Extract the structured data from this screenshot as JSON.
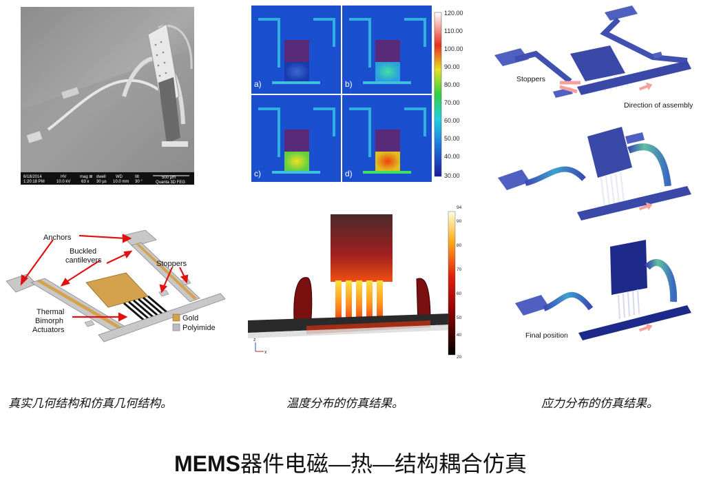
{
  "sem": {
    "date": "6/18/2014",
    "time": "1:20:18 PM",
    "hv_label": "HV",
    "hv": "10.0 kV",
    "mag_label": "mag ⊞",
    "mag": "63 x",
    "dwell_label": "dwell",
    "dwell": "30 µs",
    "wd_label": "WD",
    "wd": "10.0 mm",
    "tilt_label": "tilt",
    "tilt": "30 °",
    "scale": "500 µm",
    "instrument": "Quanta 3D FEG"
  },
  "thermal_map": {
    "panels": [
      "a)",
      "b)",
      "c)",
      "d)"
    ],
    "colorbar_ticks": [
      "120.00",
      "110.00",
      "100.00",
      "90.00",
      "80.00",
      "70.00",
      "60.00",
      "50.00",
      "40.00",
      "30.00"
    ]
  },
  "assembly": {
    "stoppers": "Stoppers",
    "direction": "Direction of assembly",
    "final": "Final position"
  },
  "schematic": {
    "anchors": "Anchors",
    "buckled_line1": "Buckled",
    "buckled_line2": "cantilevers",
    "stoppers": "Stoppers",
    "thermal_line1": "Thermal",
    "thermal_line2": "Bimorph",
    "thermal_line3": "Actuators",
    "gold": "Gold",
    "polyimide": "Polyimide",
    "gold_color": "#d4a24c",
    "polyimide_color": "#bdbdbd"
  },
  "temp_sim": {
    "ticks": [
      "94",
      "90",
      "80",
      "70",
      "60",
      "50",
      "40",
      "20"
    ],
    "axis_z": "z",
    "axis_x": "x"
  },
  "captions": {
    "left": "真实几何结构和仿真几何结构。",
    "middle": "温度分布的仿真结果。",
    "right": "应力分布的仿真结果。"
  },
  "title": {
    "bold": "MEMS",
    "rest": "器件电磁—热—结构耦合仿真"
  }
}
